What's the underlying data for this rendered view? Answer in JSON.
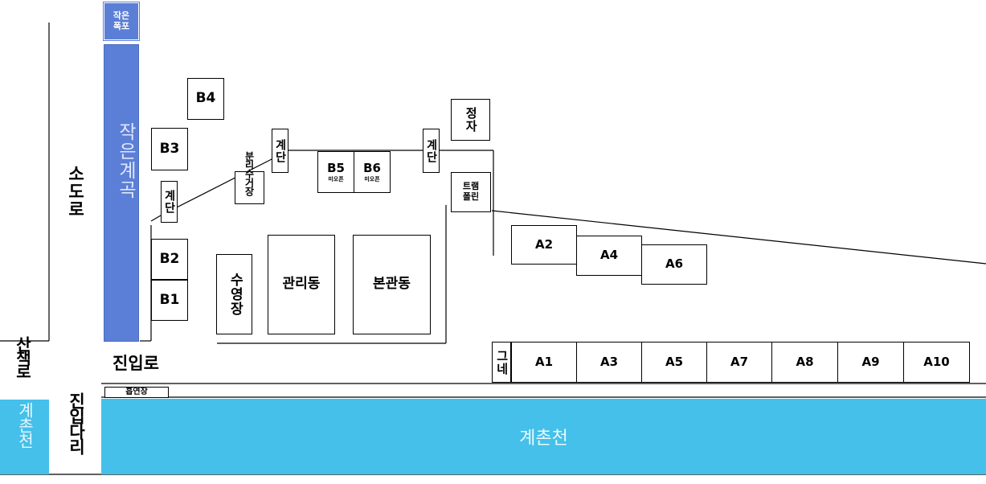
{
  "colors": {
    "stream_blue": "#5B7FD6",
    "river_blue": "#44C0EA",
    "line": "#000000"
  },
  "labels": {
    "small_waterfall": "작은\n폭포",
    "small_valley": "작은계곡",
    "small_road": "소도로",
    "walking_trail": "산책로",
    "gyechon_left": "계촌천",
    "entry_bridge": "진입다리",
    "entry_road": "진입로",
    "smoking_area": "흡연장",
    "river": "계촌천",
    "separate_collection": "분리수거장",
    "swimming_pool": "수영장",
    "admin_building": "관리동",
    "main_building": "본관동",
    "pavilion": "정자",
    "trampoline": "트램\n폴린",
    "swing": "그네",
    "stairs": "계단",
    "mini_oven": "미오픈"
  },
  "sites_b": [
    "B1",
    "B2",
    "B3",
    "B4",
    "B5",
    "B6"
  ],
  "sites_a_top": [
    "A2",
    "A4",
    "A6"
  ],
  "sites_a_bottom": [
    "A1",
    "A3",
    "A5",
    "A7",
    "A8",
    "A9",
    "A10"
  ]
}
